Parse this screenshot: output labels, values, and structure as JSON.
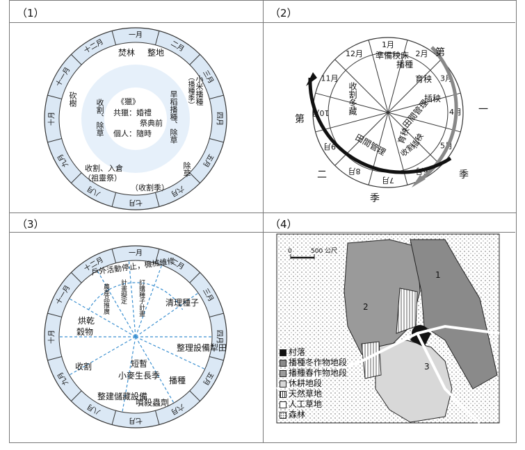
{
  "panels": {
    "p1": {
      "label": "（1）",
      "months": [
        "一月",
        "二月",
        "三月",
        "四月",
        "五月",
        "六月",
        "七月",
        "八月",
        "九月",
        "十月",
        "十一月",
        "十二月"
      ],
      "center_title": "《獵》",
      "center_l1": "共獵：婚禮",
      "center_l2": "祭典前",
      "center_l3": "個人：隨時",
      "act_burn": "焚林",
      "act_clear": "整地",
      "act_millet": "小米播種",
      "act_millet_season": "（播種季）",
      "act_rice": "旱稻播種、除草",
      "act_weed": "除草",
      "act_harvest_season": "（收割季）",
      "act_harvest_store": "收割、入倉",
      "act_ancestor": "（祖靈祭）",
      "act_harvest_weed": "收割、除草",
      "act_cut": "砍樹"
    },
    "p2": {
      "label": "（2）",
      "months": [
        "1月",
        "2月",
        "3月",
        "4月",
        "5月",
        "6月",
        "7月",
        "8月",
        "9月",
        "10月",
        "11月",
        "12月"
      ],
      "s_prep": "準備秧床",
      "s_sow": "播種",
      "s_seedling": "育秧",
      "s_transplant": "插秧",
      "s_field_mgmt": "田間管理",
      "s_seedling2": "育秧",
      "s_transplant2": "插秧",
      "s_harvest": "收割",
      "s_mgmt2": "田間管理",
      "s_winter": "收割冬藏",
      "season1_a": "第",
      "season1_b": "一",
      "season1_c": "季",
      "season2_a": "第",
      "season2_b": "二",
      "season2_c": "季"
    },
    "p3": {
      "label": "（3）",
      "months": [
        "一月",
        "二月",
        "三月",
        "四月",
        "五月",
        "六月",
        "七月",
        "八月",
        "九月",
        "十月",
        "十一月",
        "十二月"
      ],
      "outdoor": "戶外活動停止，機械維修",
      "plan": "訂購種子計畫",
      "plan2": "計畫擬定",
      "market": "農產品推廣",
      "clean_seed": "清理種子",
      "prep_field": "整理設備犁田",
      "sow": "播種",
      "pest": "噴殺蟲劑",
      "store_eq": "整建儲藏設備",
      "short_summer": "短暫",
      "short_summer2": "小麥生長季",
      "harvest": "收割",
      "dry": "烘乾",
      "dry2": "穀物"
    },
    "p4": {
      "label": "（4）",
      "scale_zero": "0",
      "scale_label": "500 公尺",
      "zone1": "1",
      "zone2": "2",
      "zone3": "3",
      "legend": [
        "村落",
        "播種冬作物地段",
        "播種春作物地段",
        "休耕地段",
        "天然草地",
        "人工草地",
        "森林"
      ]
    }
  }
}
